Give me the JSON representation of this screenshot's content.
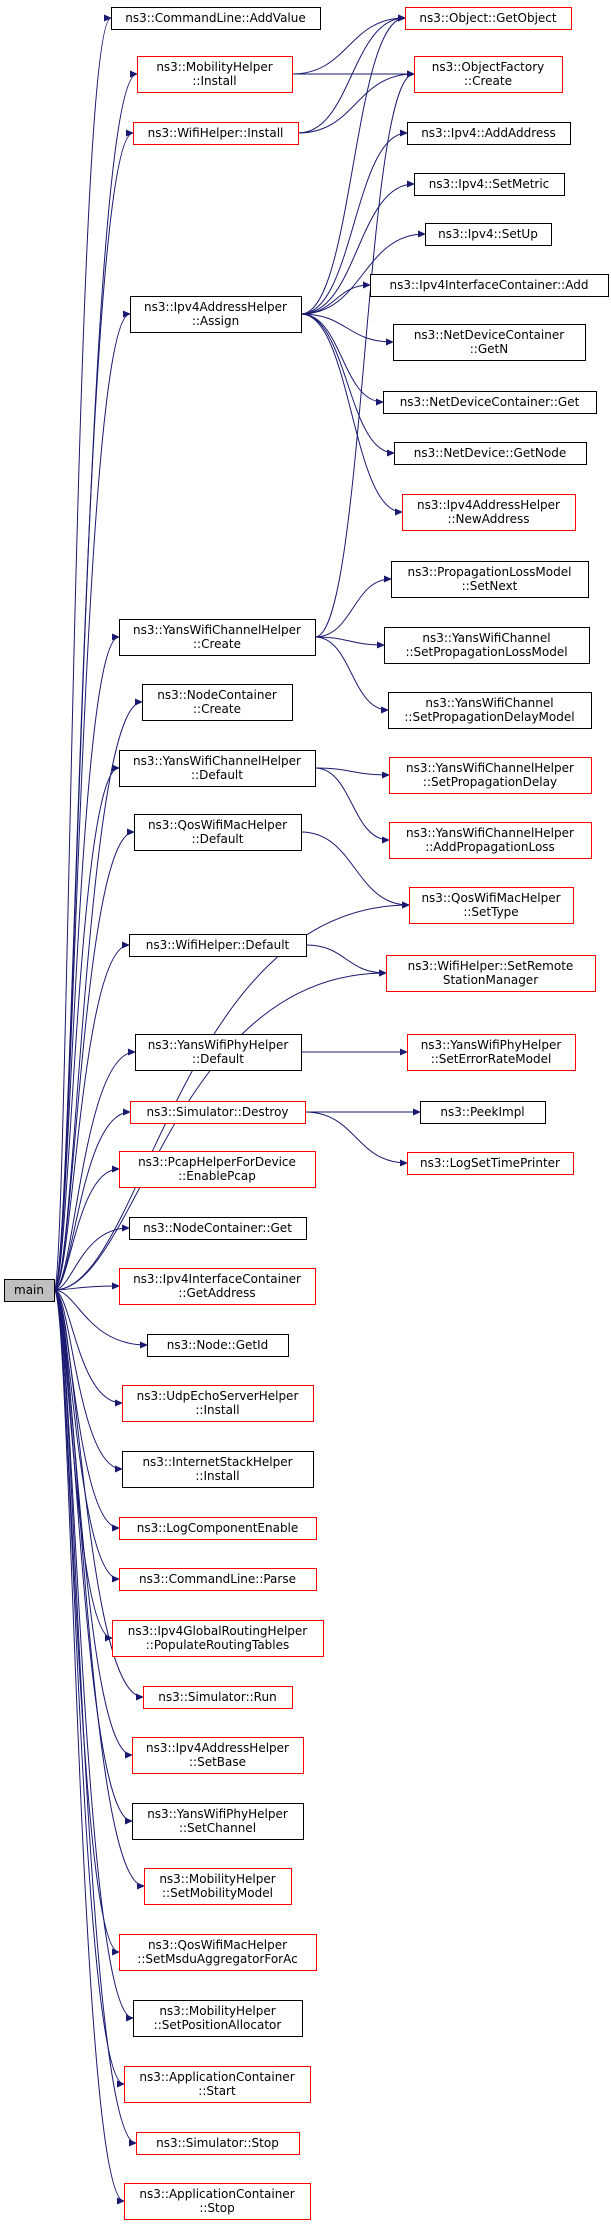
{
  "diagram": {
    "colors": {
      "edge": "#191970",
      "border_default": "#000000",
      "border_undocumented": "#ff0000",
      "root_fill": "#bfbfbf"
    },
    "nodes": [
      {
        "id": "main",
        "lines": [
          "main"
        ],
        "style": "root"
      },
      {
        "id": "cmdAddValue",
        "lines": [
          "ns3::CommandLine::AddValue"
        ],
        "style": "black"
      },
      {
        "id": "mobInstall",
        "lines": [
          "ns3::MobilityHelper",
          "::Install"
        ],
        "style": "red"
      },
      {
        "id": "wifiInstall",
        "lines": [
          "ns3::WifiHelper::Install"
        ],
        "style": "red"
      },
      {
        "id": "getObject",
        "lines": [
          "ns3::Object::GetObject"
        ],
        "style": "red"
      },
      {
        "id": "objFactCreate",
        "lines": [
          "ns3::ObjectFactory",
          "::Create"
        ],
        "style": "red"
      },
      {
        "id": "ipv4AddAddress",
        "lines": [
          "ns3::Ipv4::AddAddress"
        ],
        "style": "black"
      },
      {
        "id": "ipv4SetMetric",
        "lines": [
          "ns3::Ipv4::SetMetric"
        ],
        "style": "black"
      },
      {
        "id": "ipv4SetUp",
        "lines": [
          "ns3::Ipv4::SetUp"
        ],
        "style": "black"
      },
      {
        "id": "ipv4IfcAdd",
        "lines": [
          "ns3::Ipv4InterfaceContainer::Add"
        ],
        "style": "black"
      },
      {
        "id": "ipv4Assign",
        "lines": [
          "ns3::Ipv4AddressHelper",
          "::Assign"
        ],
        "style": "black"
      },
      {
        "id": "ndcGetN",
        "lines": [
          "ns3::NetDeviceContainer",
          "::GetN"
        ],
        "style": "black"
      },
      {
        "id": "ndcGet",
        "lines": [
          "ns3::NetDeviceContainer::Get"
        ],
        "style": "black"
      },
      {
        "id": "ndGetNode",
        "lines": [
          "ns3::NetDevice::GetNode"
        ],
        "style": "black"
      },
      {
        "id": "newAddress",
        "lines": [
          "ns3::Ipv4AddressHelper",
          "::NewAddress"
        ],
        "style": "red"
      },
      {
        "id": "plmSetNext",
        "lines": [
          "ns3::PropagationLossModel",
          "::SetNext"
        ],
        "style": "black"
      },
      {
        "id": "ywcCreate",
        "lines": [
          "ns3::YansWifiChannelHelper",
          "::Create"
        ],
        "style": "black"
      },
      {
        "id": "ywcSetPLM",
        "lines": [
          "ns3::YansWifiChannel",
          "::SetPropagationLossModel"
        ],
        "style": "black"
      },
      {
        "id": "ywcSetPDM",
        "lines": [
          "ns3::YansWifiChannel",
          "::SetPropagationDelayModel"
        ],
        "style": "black"
      },
      {
        "id": "nodeContCreate",
        "lines": [
          "ns3::NodeContainer",
          "::Create"
        ],
        "style": "black"
      },
      {
        "id": "ywchDefault",
        "lines": [
          "ns3::YansWifiChannelHelper",
          "::Default"
        ],
        "style": "black"
      },
      {
        "id": "ywchSetPD",
        "lines": [
          "ns3::YansWifiChannelHelper",
          "::SetPropagationDelay"
        ],
        "style": "red"
      },
      {
        "id": "qosDefault",
        "lines": [
          "ns3::QosWifiMacHelper",
          "::Default"
        ],
        "style": "black"
      },
      {
        "id": "ywchAddPL",
        "lines": [
          "ns3::YansWifiChannelHelper",
          "::AddPropagationLoss"
        ],
        "style": "red"
      },
      {
        "id": "qosSetType",
        "lines": [
          "ns3::QosWifiMacHelper",
          "::SetType"
        ],
        "style": "red"
      },
      {
        "id": "wifiDefault",
        "lines": [
          "ns3::WifiHelper::Default"
        ],
        "style": "black"
      },
      {
        "id": "wifiSetRSM",
        "lines": [
          "ns3::WifiHelper::SetRemote",
          "StationManager"
        ],
        "style": "red"
      },
      {
        "id": "ywpDefault",
        "lines": [
          "ns3::YansWifiPhyHelper",
          "::Default"
        ],
        "style": "black"
      },
      {
        "id": "ywpSetErr",
        "lines": [
          "ns3::YansWifiPhyHelper",
          "::SetErrorRateModel"
        ],
        "style": "red"
      },
      {
        "id": "simDestroy",
        "lines": [
          "ns3::Simulator::Destroy"
        ],
        "style": "red"
      },
      {
        "id": "peekImpl",
        "lines": [
          "ns3::PeekImpl"
        ],
        "style": "black"
      },
      {
        "id": "logSetTP",
        "lines": [
          "ns3::LogSetTimePrinter"
        ],
        "style": "red"
      },
      {
        "id": "pcapEnable",
        "lines": [
          "ns3::PcapHelperForDevice",
          "::EnablePcap"
        ],
        "style": "red"
      },
      {
        "id": "ncGet",
        "lines": [
          "ns3::NodeContainer::Get"
        ],
        "style": "black"
      },
      {
        "id": "ipv4IfcGetAddr",
        "lines": [
          "ns3::Ipv4InterfaceContainer",
          "::GetAddress"
        ],
        "style": "red"
      },
      {
        "id": "nodeGetId",
        "lines": [
          "ns3::Node::GetId"
        ],
        "style": "black"
      },
      {
        "id": "udpServerInstall",
        "lines": [
          "ns3::UdpEchoServerHelper",
          "::Install"
        ],
        "style": "red"
      },
      {
        "id": "inetInstall",
        "lines": [
          "ns3::InternetStackHelper",
          "::Install"
        ],
        "style": "black"
      },
      {
        "id": "logCompEnable",
        "lines": [
          "ns3::LogComponentEnable"
        ],
        "style": "red"
      },
      {
        "id": "cmdParse",
        "lines": [
          "ns3::CommandLine::Parse"
        ],
        "style": "red"
      },
      {
        "id": "ipv4GRPopulate",
        "lines": [
          "ns3::Ipv4GlobalRoutingHelper",
          "::PopulateRoutingTables"
        ],
        "style": "red"
      },
      {
        "id": "simRun",
        "lines": [
          "ns3::Simulator::Run"
        ],
        "style": "red"
      },
      {
        "id": "ipv4SetBase",
        "lines": [
          "ns3::Ipv4AddressHelper",
          "::SetBase"
        ],
        "style": "red"
      },
      {
        "id": "ywpSetChannel",
        "lines": [
          "ns3::YansWifiPhyHelper",
          "::SetChannel"
        ],
        "style": "black"
      },
      {
        "id": "mobSetModel",
        "lines": [
          "ns3::MobilityHelper",
          "::SetMobilityModel"
        ],
        "style": "red"
      },
      {
        "id": "qosSetMsdu",
        "lines": [
          "ns3::QosWifiMacHelper",
          "::SetMsduAggregatorForAc"
        ],
        "style": "red"
      },
      {
        "id": "mobSetPosAlloc",
        "lines": [
          "ns3::MobilityHelper",
          "::SetPositionAllocator"
        ],
        "style": "black"
      },
      {
        "id": "appStart",
        "lines": [
          "ns3::ApplicationContainer",
          "::Start"
        ],
        "style": "red"
      },
      {
        "id": "simStop",
        "lines": [
          "ns3::Simulator::Stop"
        ],
        "style": "red"
      },
      {
        "id": "appStop",
        "lines": [
          "ns3::ApplicationContainer",
          "::Stop"
        ],
        "style": "red"
      }
    ],
    "edges": [
      [
        "main",
        "cmdAddValue"
      ],
      [
        "main",
        "mobInstall"
      ],
      [
        "main",
        "wifiInstall"
      ],
      [
        "main",
        "ipv4Assign"
      ],
      [
        "main",
        "ywcCreate"
      ],
      [
        "main",
        "nodeContCreate"
      ],
      [
        "main",
        "ywchDefault"
      ],
      [
        "main",
        "qosDefault"
      ],
      [
        "main",
        "qosSetType"
      ],
      [
        "main",
        "wifiDefault"
      ],
      [
        "main",
        "wifiSetRSM"
      ],
      [
        "main",
        "ywpDefault"
      ],
      [
        "main",
        "simDestroy"
      ],
      [
        "main",
        "pcapEnable"
      ],
      [
        "main",
        "ncGet"
      ],
      [
        "main",
        "ipv4IfcGetAddr"
      ],
      [
        "main",
        "nodeGetId"
      ],
      [
        "main",
        "udpServerInstall"
      ],
      [
        "main",
        "inetInstall"
      ],
      [
        "main",
        "logCompEnable"
      ],
      [
        "main",
        "cmdParse"
      ],
      [
        "main",
        "ipv4GRPopulate"
      ],
      [
        "main",
        "simRun"
      ],
      [
        "main",
        "ipv4SetBase"
      ],
      [
        "main",
        "ywpSetChannel"
      ],
      [
        "main",
        "mobSetModel"
      ],
      [
        "main",
        "qosSetMsdu"
      ],
      [
        "main",
        "mobSetPosAlloc"
      ],
      [
        "main",
        "appStart"
      ],
      [
        "main",
        "simStop"
      ],
      [
        "main",
        "appStop"
      ],
      [
        "mobInstall",
        "getObject"
      ],
      [
        "mobInstall",
        "objFactCreate"
      ],
      [
        "wifiInstall",
        "getObject"
      ],
      [
        "wifiInstall",
        "objFactCreate"
      ],
      [
        "ipv4Assign",
        "getObject"
      ],
      [
        "ipv4Assign",
        "ipv4AddAddress"
      ],
      [
        "ipv4Assign",
        "ipv4SetMetric"
      ],
      [
        "ipv4Assign",
        "ipv4SetUp"
      ],
      [
        "ipv4Assign",
        "ipv4IfcAdd"
      ],
      [
        "ipv4Assign",
        "ndcGetN"
      ],
      [
        "ipv4Assign",
        "ndcGet"
      ],
      [
        "ipv4Assign",
        "ndGetNode"
      ],
      [
        "ipv4Assign",
        "newAddress"
      ],
      [
        "ywcCreate",
        "objFactCreate"
      ],
      [
        "ywcCreate",
        "plmSetNext"
      ],
      [
        "ywcCreate",
        "ywcSetPLM"
      ],
      [
        "ywcCreate",
        "ywcSetPDM"
      ],
      [
        "ywchDefault",
        "ywchSetPD"
      ],
      [
        "ywchDefault",
        "ywchAddPL"
      ],
      [
        "qosDefault",
        "qosSetType"
      ],
      [
        "wifiDefault",
        "wifiSetRSM"
      ],
      [
        "ywpDefault",
        "ywpSetErr"
      ],
      [
        "simDestroy",
        "peekImpl"
      ],
      [
        "simDestroy",
        "logSetTP"
      ]
    ]
  }
}
